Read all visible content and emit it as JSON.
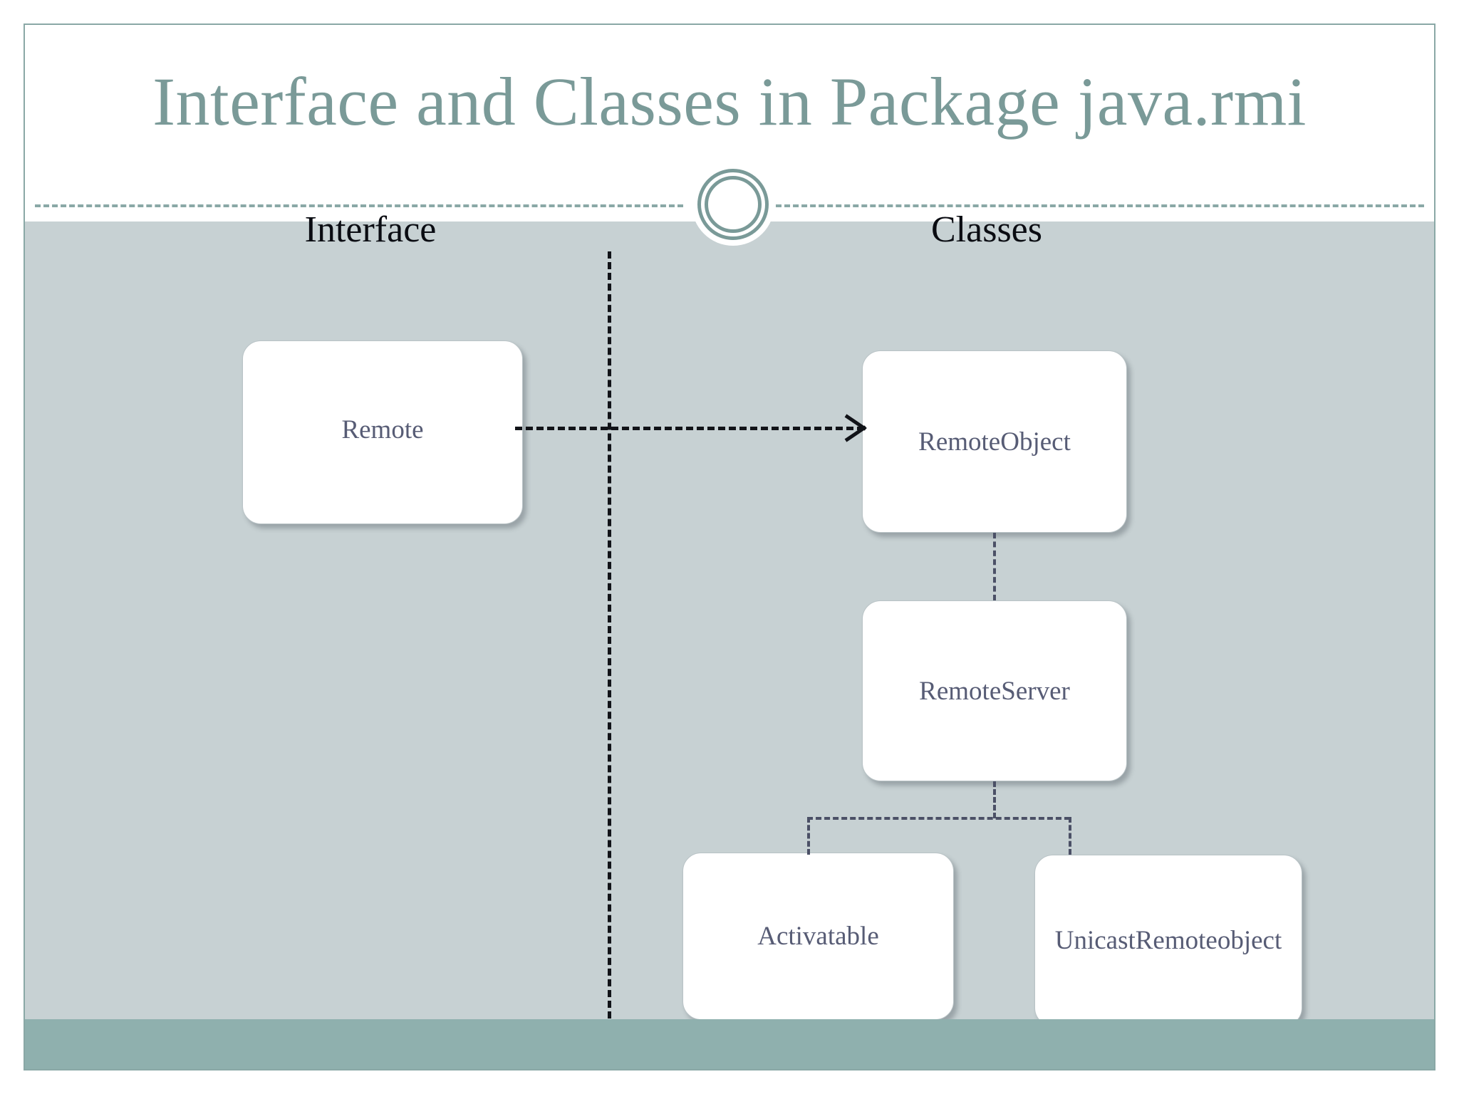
{
  "slide": {
    "title": "Interface and Classes in Package java.rmi",
    "title_color": "#7a9a98",
    "body_background": "#c7d1d3",
    "footer_color": "#8fb0ae",
    "frame_border_color": "#8aa8a6",
    "node_label_color": "#575c75",
    "connector_color": "#4b5066",
    "arrow_color": "#111318"
  },
  "columns": {
    "left_caption": "Interface",
    "right_caption": "Classes"
  },
  "diagram": {
    "type": "class-hierarchy",
    "nodes": [
      {
        "id": "remote",
        "label": "Remote",
        "column": "Interface"
      },
      {
        "id": "remoteobject",
        "label": "RemoteObject",
        "column": "Classes"
      },
      {
        "id": "remoteserver",
        "label": "RemoteServer",
        "column": "Classes"
      },
      {
        "id": "activatable",
        "label": "Activatable",
        "column": "Classes"
      },
      {
        "id": "unicastremoteobject",
        "label": "UnicastRemoteobject",
        "column": "Classes"
      }
    ],
    "edges": [
      {
        "from": "remote",
        "to": "remoteobject",
        "style": "dashed-arrow"
      },
      {
        "from": "remoteobject",
        "to": "remoteserver",
        "style": "dashed"
      },
      {
        "from": "remoteserver",
        "to": "activatable",
        "style": "dashed"
      },
      {
        "from": "remoteserver",
        "to": "unicastremoteobject",
        "style": "dashed"
      }
    ]
  }
}
